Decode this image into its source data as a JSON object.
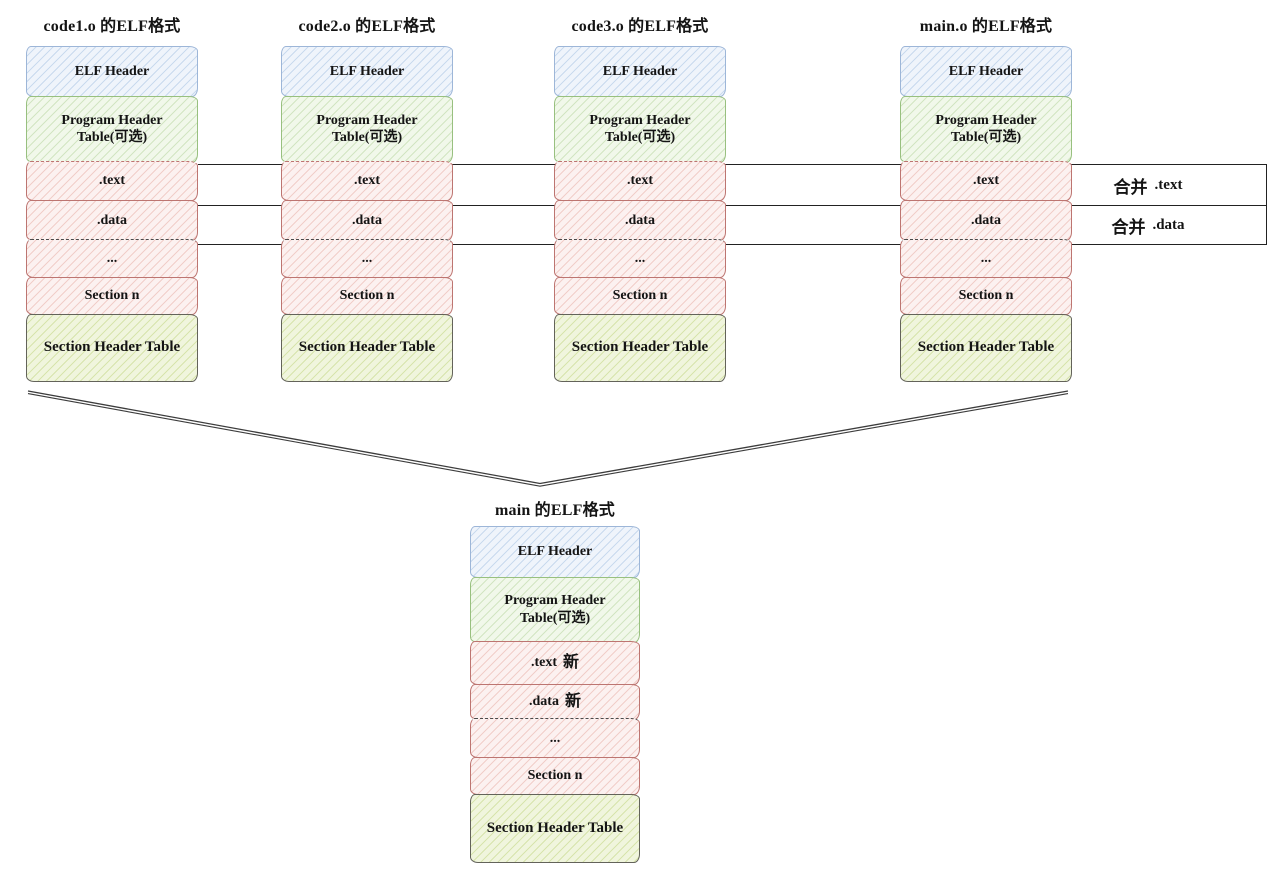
{
  "colors": {
    "ink": "#141414",
    "elf_border": "#9db6d8",
    "elf_fill": "#eff4fb",
    "elf_hatch": "#c9daee",
    "ph_border": "#98c07f",
    "ph_fill": "#f1f8ea",
    "ph_hatch": "#d2e5c2",
    "sec_border": "#bd7571",
    "sec_fill": "#fcf1f0",
    "sec_hatch": "#f1cec9",
    "sht_border": "#63635a",
    "sht_fill": "#f0f5dd",
    "sht_hatch": "#d7e4ac",
    "band_border": "#222222",
    "line": "#3c3c3c"
  },
  "top_columns": [
    {
      "title": "code1.o 的ELF格式",
      "rows": [
        {
          "label": "ELF Header"
        },
        {
          "label": "Program Header Table(可选)"
        },
        {
          "label": ".text"
        },
        {
          "label": ".data"
        },
        {
          "label": "..."
        },
        {
          "label": "Section n"
        },
        {
          "label": "Section Header Table"
        }
      ]
    },
    {
      "title": "code2.o 的ELF格式",
      "rows": [
        {
          "label": "ELF Header"
        },
        {
          "label": "Program Header Table(可选)"
        },
        {
          "label": ".text"
        },
        {
          "label": ".data"
        },
        {
          "label": "..."
        },
        {
          "label": "Section n"
        },
        {
          "label": "Section Header Table"
        }
      ]
    },
    {
      "title": "code3.o 的ELF格式",
      "rows": [
        {
          "label": "ELF Header"
        },
        {
          "label": "Program Header Table(可选)"
        },
        {
          "label": ".text"
        },
        {
          "label": ".data"
        },
        {
          "label": "..."
        },
        {
          "label": "Section n"
        },
        {
          "label": "Section Header Table"
        }
      ]
    },
    {
      "title": "main.o 的ELF格式",
      "rows": [
        {
          "label": "ELF Header"
        },
        {
          "label": "Program Header Table(可选)"
        },
        {
          "label": ".text"
        },
        {
          "label": ".data"
        },
        {
          "label": "..."
        },
        {
          "label": "Section n"
        },
        {
          "label": "Section Header Table"
        }
      ]
    }
  ],
  "merge_bands": [
    {
      "prefix": "合并",
      "suffix": ".text"
    },
    {
      "prefix": "合并",
      "suffix": ".data"
    }
  ],
  "merged_column": {
    "title": "main 的ELF格式",
    "rows": [
      {
        "label": "ELF Header"
      },
      {
        "label": "Program Header Table(可选)"
      },
      {
        "label": ".text",
        "suffix": "新"
      },
      {
        "label": ".data",
        "suffix": "新"
      },
      {
        "label": "..."
      },
      {
        "label": "Section n"
      },
      {
        "label": "Section Header Table"
      }
    ]
  }
}
